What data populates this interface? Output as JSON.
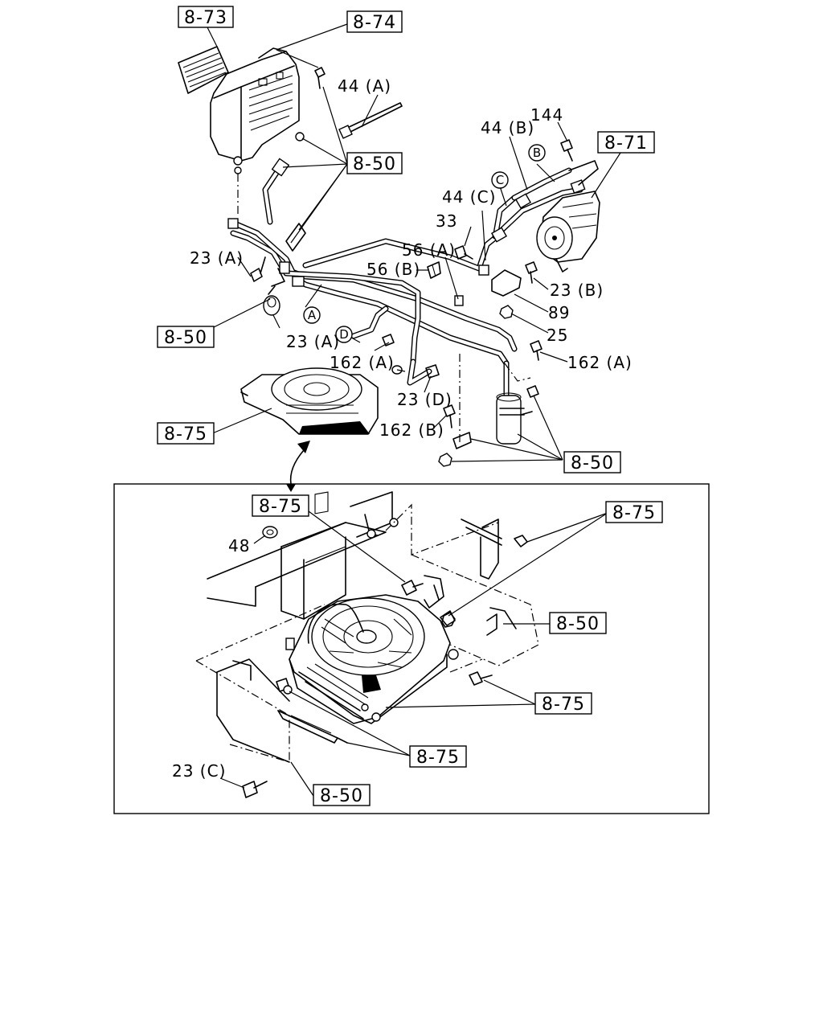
{
  "labels": {
    "l_44a": "44 (A)",
    "l_44b": "44 (B)",
    "l_44c": "44 (C)",
    "l_144": "144",
    "l_33": "33",
    "l_56a": "56 (A)",
    "l_56b": "56 (B)",
    "l_23a_1": "23 (A)",
    "l_23a_2": "23 (A)",
    "l_23b": "23 (B)",
    "l_89": "89",
    "l_25": "25",
    "l_162a_1": "162 (A)",
    "l_162a_2": "162 (A)",
    "l_23d": "23 (D)",
    "l_162b": "162 (B)",
    "l_48": "48",
    "l_23c": "23 (C)"
  },
  "circled": {
    "c_a": "A",
    "c_b": "B",
    "c_c": "C",
    "c_d": "D"
  },
  "refs": {
    "r_873": "8-73",
    "r_874": "8-74",
    "r_850_top": "8-50",
    "r_871": "8-71",
    "r_850_left": "8-50",
    "r_875_upper": "8-75",
    "r_850_right": "8-50",
    "r_875_d1": "8-75",
    "r_875_d2": "8-75",
    "r_850_d1": "8-50",
    "r_875_d3": "8-75",
    "r_875_d4": "8-75",
    "r_850_d2": "8-50"
  }
}
